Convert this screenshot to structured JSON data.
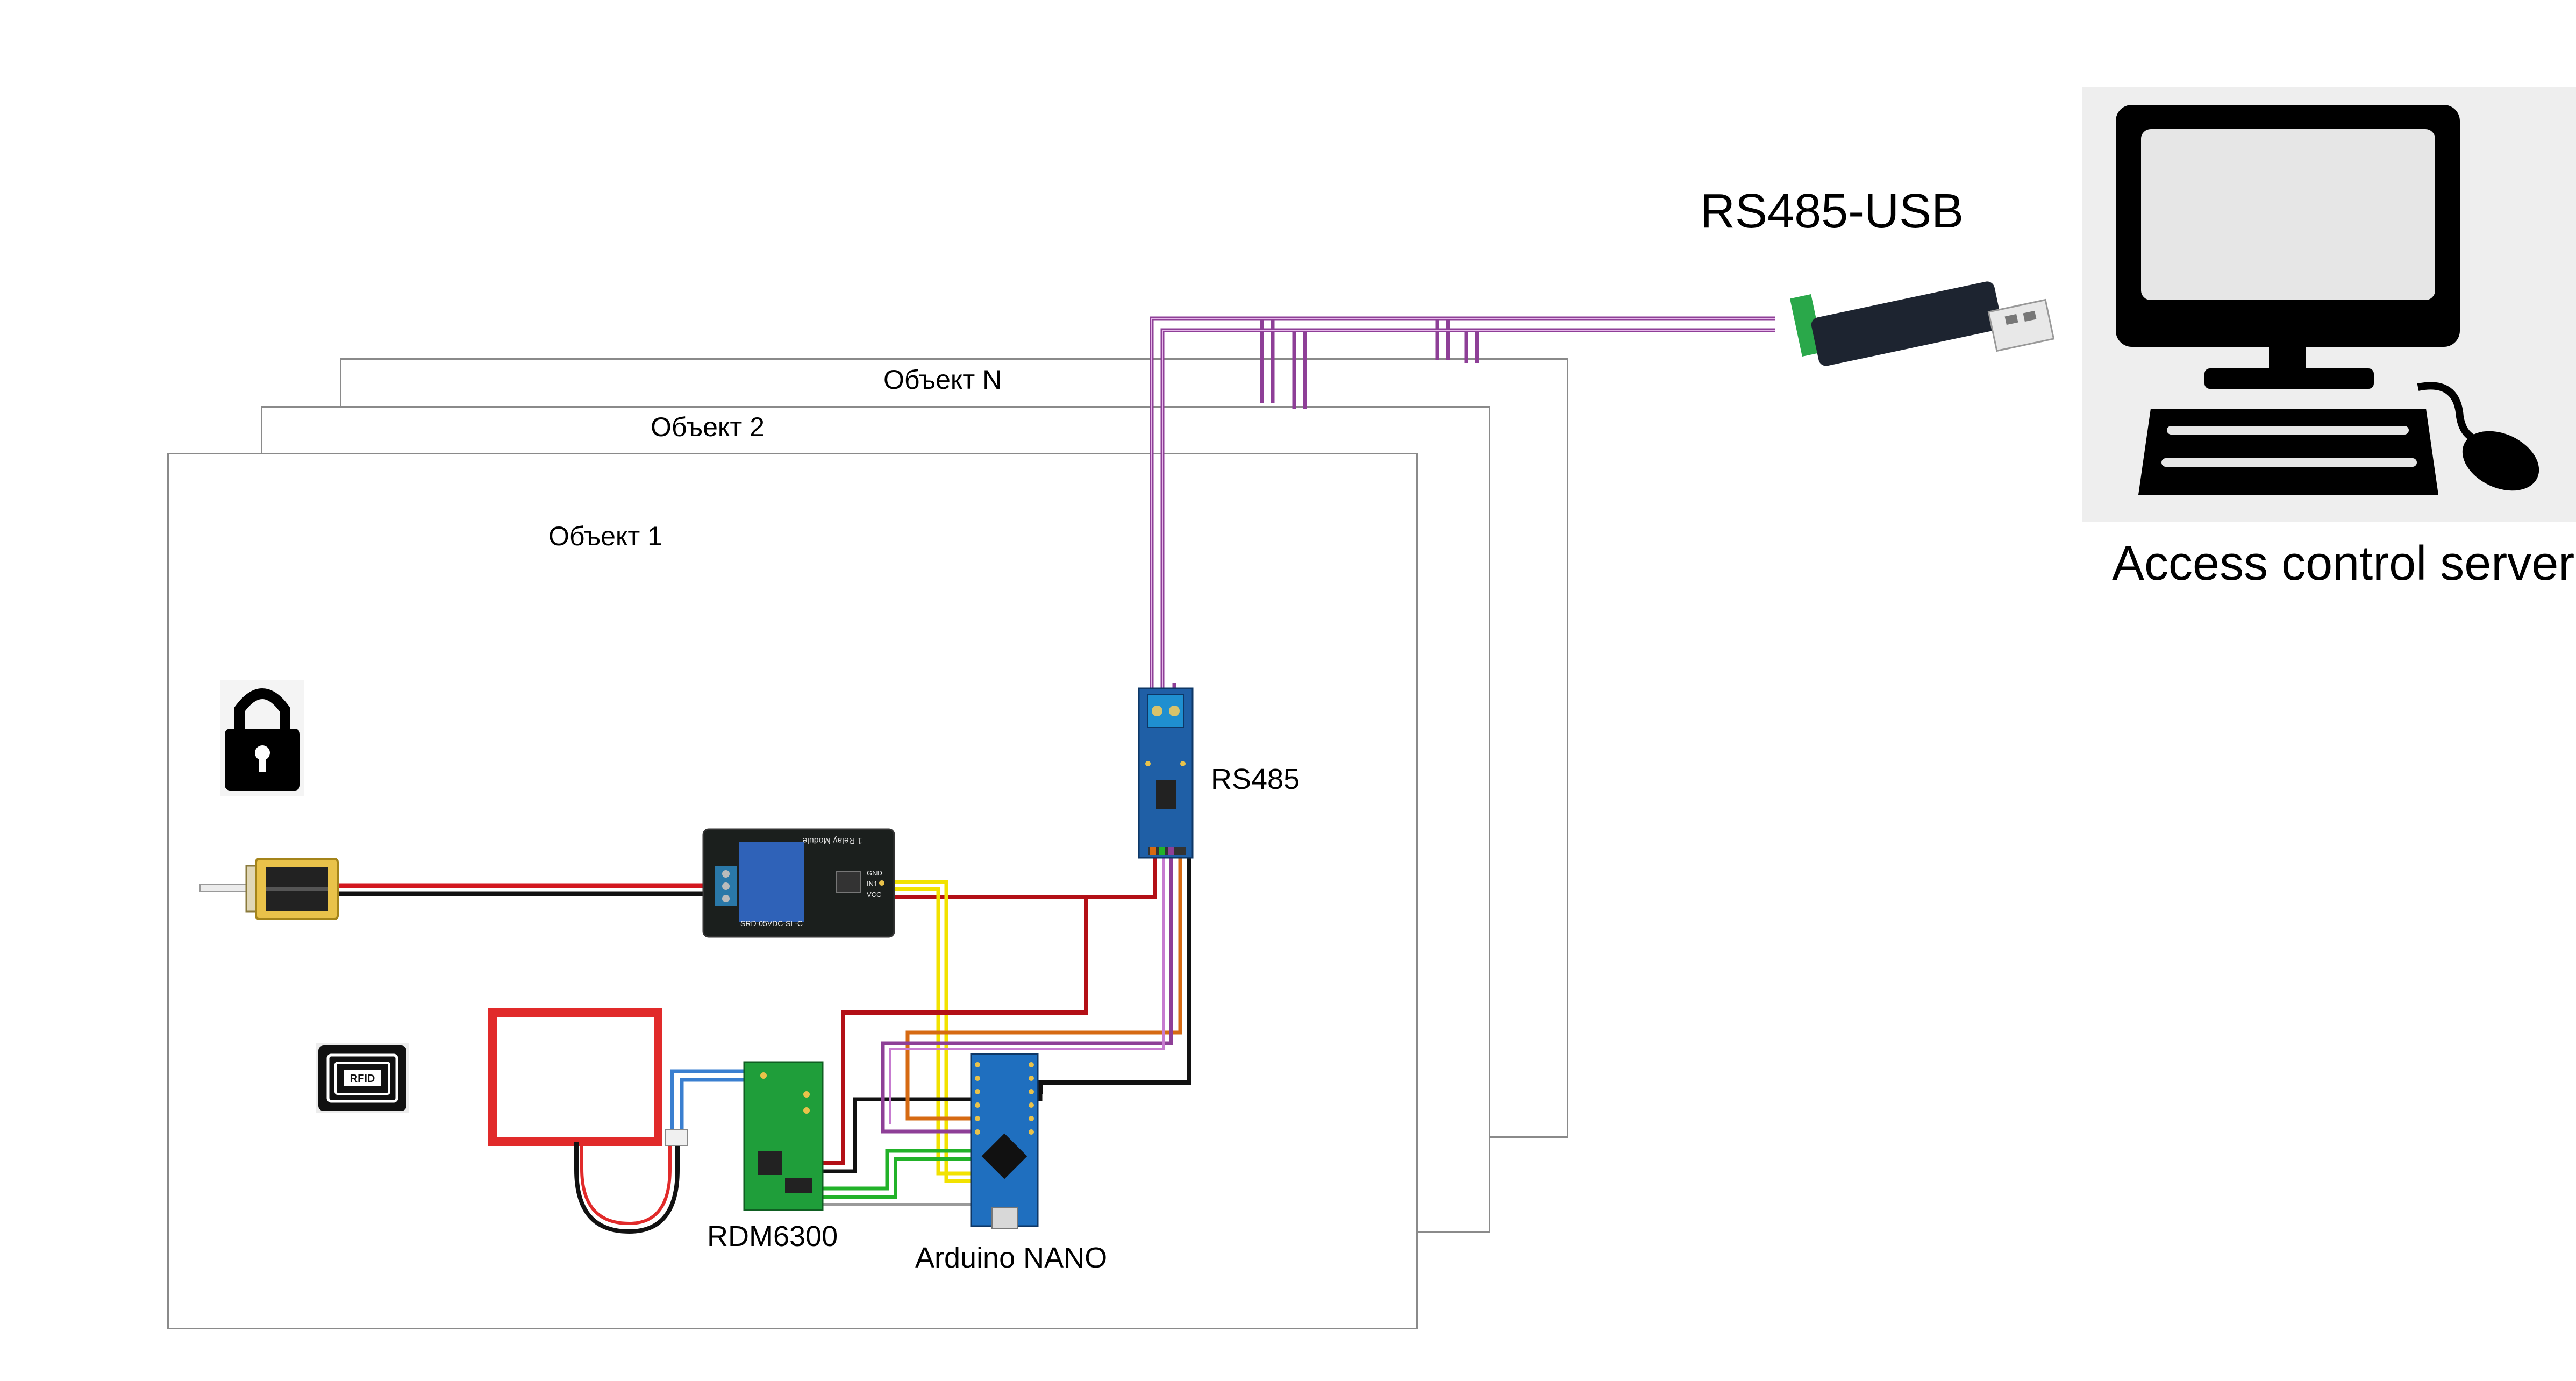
{
  "objects": {
    "object_n": "Объект N",
    "object_2": "Объект 2",
    "object_1": "Объект 1"
  },
  "labels": {
    "rs485": "RS485",
    "rs485_usb": "RS485-USB",
    "server": "Access control server",
    "rdm6300": "RDM6300",
    "arduino": "Arduino NANO"
  },
  "silkscreen": {
    "relay_title": "1 Relay Module",
    "relay_part": "SRD-05VDC-SL-C",
    "relay_pins": [
      "GND",
      "IN1",
      "VCC"
    ],
    "rfid_tag": "RFID"
  },
  "colors": {
    "wire_red": "#b30f16",
    "wire_black": "#111111",
    "wire_yellow": "#f2e200",
    "wire_orange": "#d66a12",
    "wire_green": "#22b229",
    "wire_purple": "#8e3f97",
    "wire_gray": "#9a9a9a",
    "wire_blue": "#3a7fd0",
    "antenna_red": "#e12a2a",
    "pcb_blue": "#1f5fa6",
    "pcb_green": "#1f9e3a",
    "relay_black": "#1b1f1d"
  },
  "icons": [
    "padlock-icon",
    "solenoid-lock-icon",
    "rfid-tag-icon",
    "usb-adapter-icon",
    "computer-icon",
    "mouse-icon"
  ]
}
